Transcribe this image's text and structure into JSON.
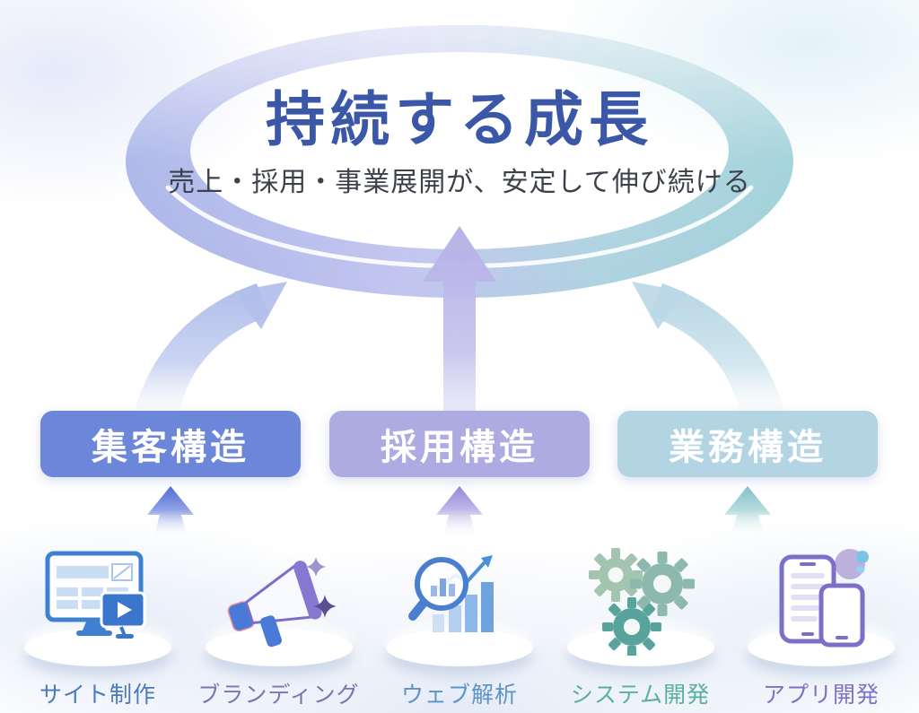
{
  "title": "持続する成長",
  "subtitle": "売上・採用・事業展開が、安定して伸び続ける",
  "palette": {
    "title_color": "#3a57a8",
    "subtitle_color": "#3c414b",
    "ring_left": "#a9b4e8",
    "ring_right": "#9ed0d8",
    "center_arrow": "#b3aee6",
    "left_arrow": "#b0bdea",
    "right_arrow": "#b7d6e4"
  },
  "scene": {
    "ring_icon": "growth-ring",
    "arrow_icons": [
      "left-curved-arrow",
      "center-up-arrow",
      "right-curved-arrow"
    ]
  },
  "boxes": [
    {
      "label": "集客構造",
      "color": "#6c86da",
      "arrow_color": "#4e6ed6"
    },
    {
      "label": "採用構造",
      "color": "#aeaae2",
      "arrow_color": "#9287d8"
    },
    {
      "label": "業務構造",
      "color": "#b3d5e3",
      "arrow_color": "#82c0c8"
    }
  ],
  "services": [
    {
      "label": "サイト制作",
      "icon": "website-build-icon",
      "label_color": "#4a7ab8"
    },
    {
      "label": "ブランディング",
      "icon": "megaphone-icon",
      "label_color": "#7678ae"
    },
    {
      "label": "ウェブ解析",
      "icon": "analytics-magnifier-icon",
      "label_color": "#5c93c8"
    },
    {
      "label": "システム開発",
      "icon": "gears-icon",
      "label_color": "#5bafa0"
    },
    {
      "label": "アプリ開発",
      "icon": "app-devices-icon",
      "label_color": "#7f72c4"
    }
  ]
}
